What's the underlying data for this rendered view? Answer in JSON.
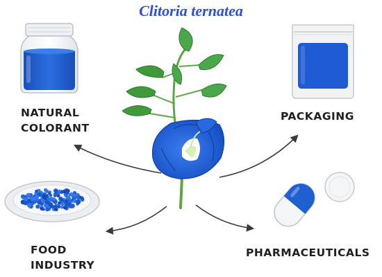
{
  "title": "Clitoria ternatea",
  "uses": {
    "natural_colorant": {
      "line1": "NATURAL",
      "line2": "COLORANT"
    },
    "packaging": {
      "label": "PACKAGING"
    },
    "food_industry": {
      "line1": "FOOD",
      "line2": "INDUSTRY"
    },
    "pharmaceuticals": {
      "label": "PHARMACEUTICALS"
    }
  },
  "icons": {
    "jar": "jar-icon",
    "pouch": "pouch-icon",
    "plate": "plate-icon",
    "capsule": "capsule-icon",
    "tablet": "tablet-icon",
    "plant": "butterfly-pea-plant"
  },
  "colors": {
    "title": "#2b4fd8",
    "dye_blue": "#1f5fd0",
    "leaf_green": "#3f9a3a",
    "label": "#1f1f1f"
  }
}
